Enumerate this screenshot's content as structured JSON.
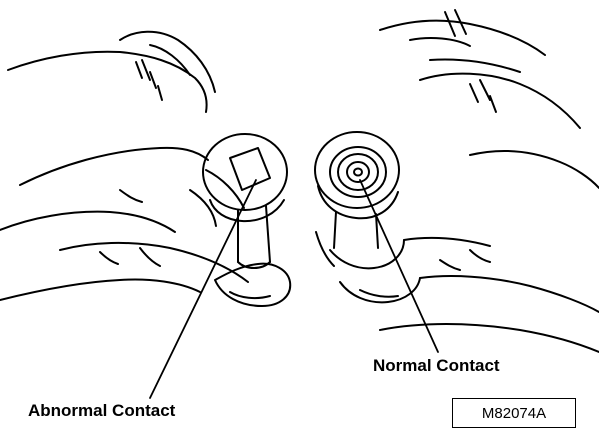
{
  "diagram": {
    "labels": {
      "abnormal": "Abnormal Contact",
      "normal": "Normal Contact"
    },
    "figure_code": "M82074A"
  }
}
